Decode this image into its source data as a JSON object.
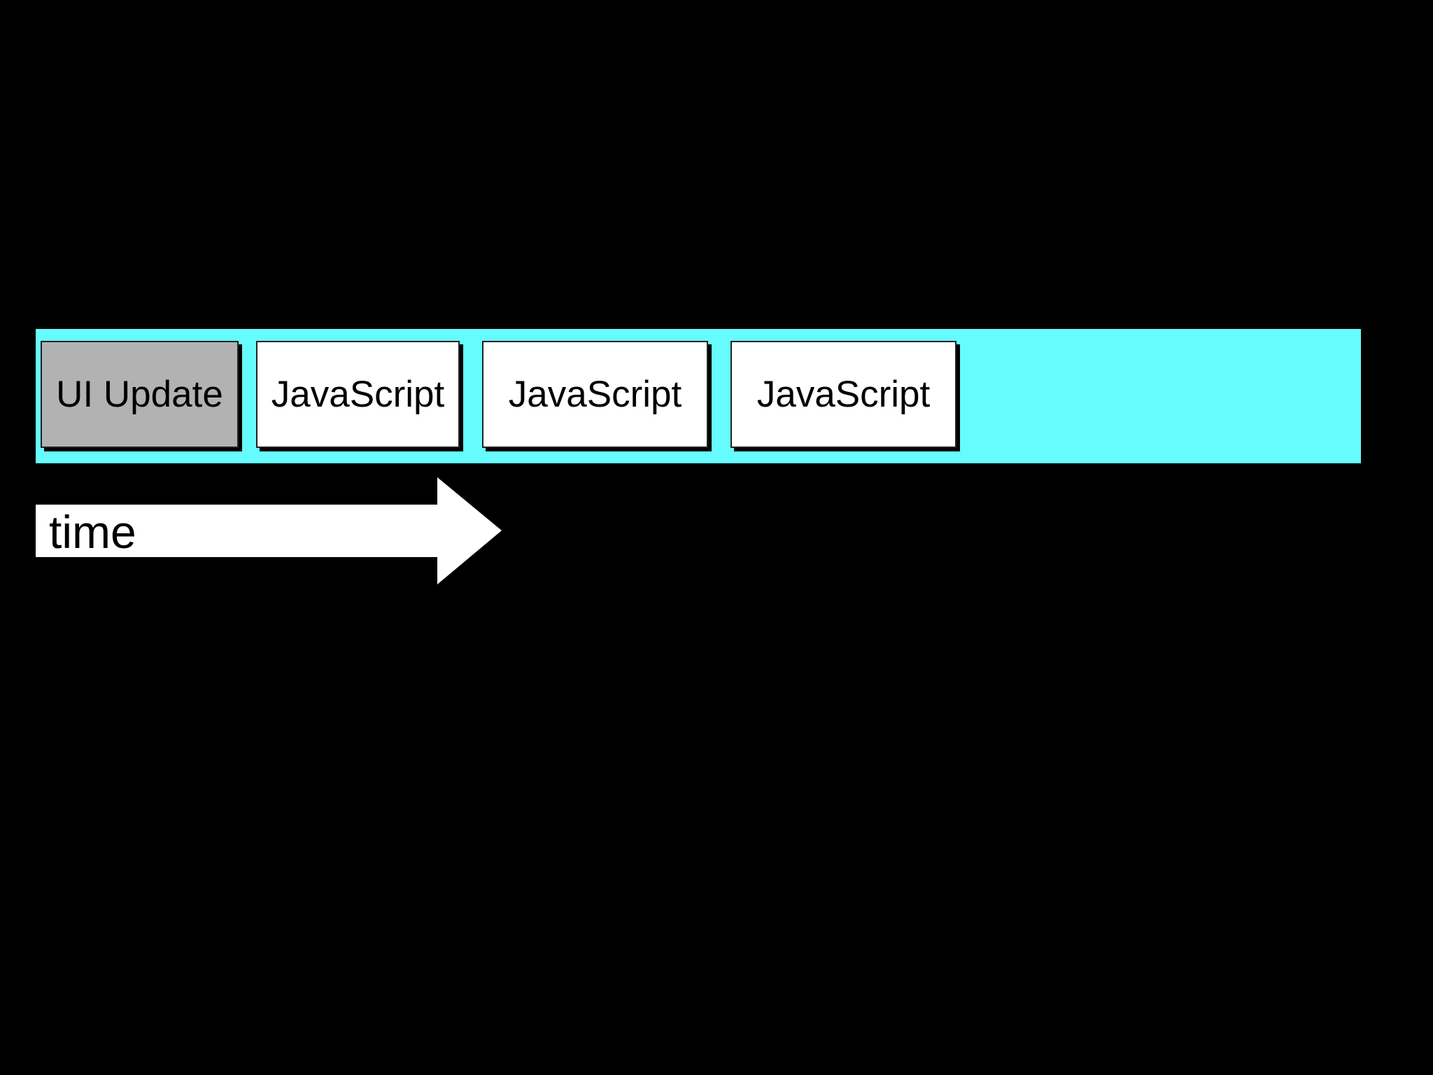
{
  "colors": {
    "background": "#000000",
    "queue_bar": "#66fbfd",
    "ui_task": "#b3b2b3",
    "js_task": "#ffffff",
    "arrow": "#ffffff"
  },
  "queue": {
    "tasks": [
      {
        "label": "UI Update",
        "kind": "ui"
      },
      {
        "label": "JavaScript",
        "kind": "js"
      },
      {
        "label": "JavaScript",
        "kind": "js"
      },
      {
        "label": "JavaScript",
        "kind": "js"
      }
    ]
  },
  "axis": {
    "label": "time"
  }
}
